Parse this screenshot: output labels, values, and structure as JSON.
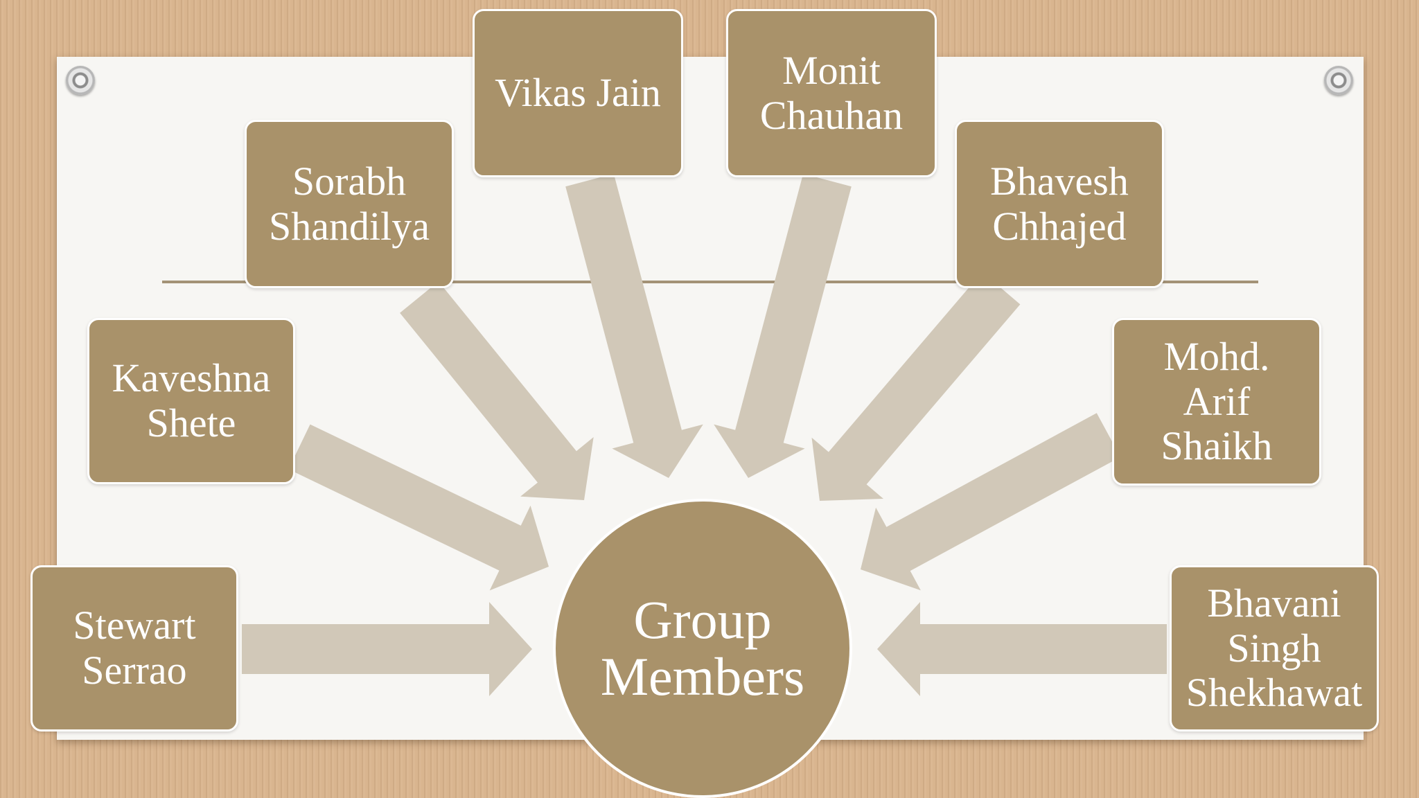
{
  "hub": {
    "label": "Group\nMembers"
  },
  "members": [
    {
      "name": "Stewart\nSerrao"
    },
    {
      "name": "Kaveshna\nShete"
    },
    {
      "name": "Sorabh\nShandilya"
    },
    {
      "name": "Vikas Jain"
    },
    {
      "name": "Monit\nChauhan"
    },
    {
      "name": "Bhavesh\nChhajed"
    },
    {
      "name": "Mohd.\nArif\nShaikh"
    },
    {
      "name": "Bhavani\nSingh\nShekhawat"
    }
  ],
  "colors": {
    "box": "#a9926a",
    "arrow": "#d1c8b8",
    "card": "#f7f6f3",
    "divider": "#a39276"
  }
}
